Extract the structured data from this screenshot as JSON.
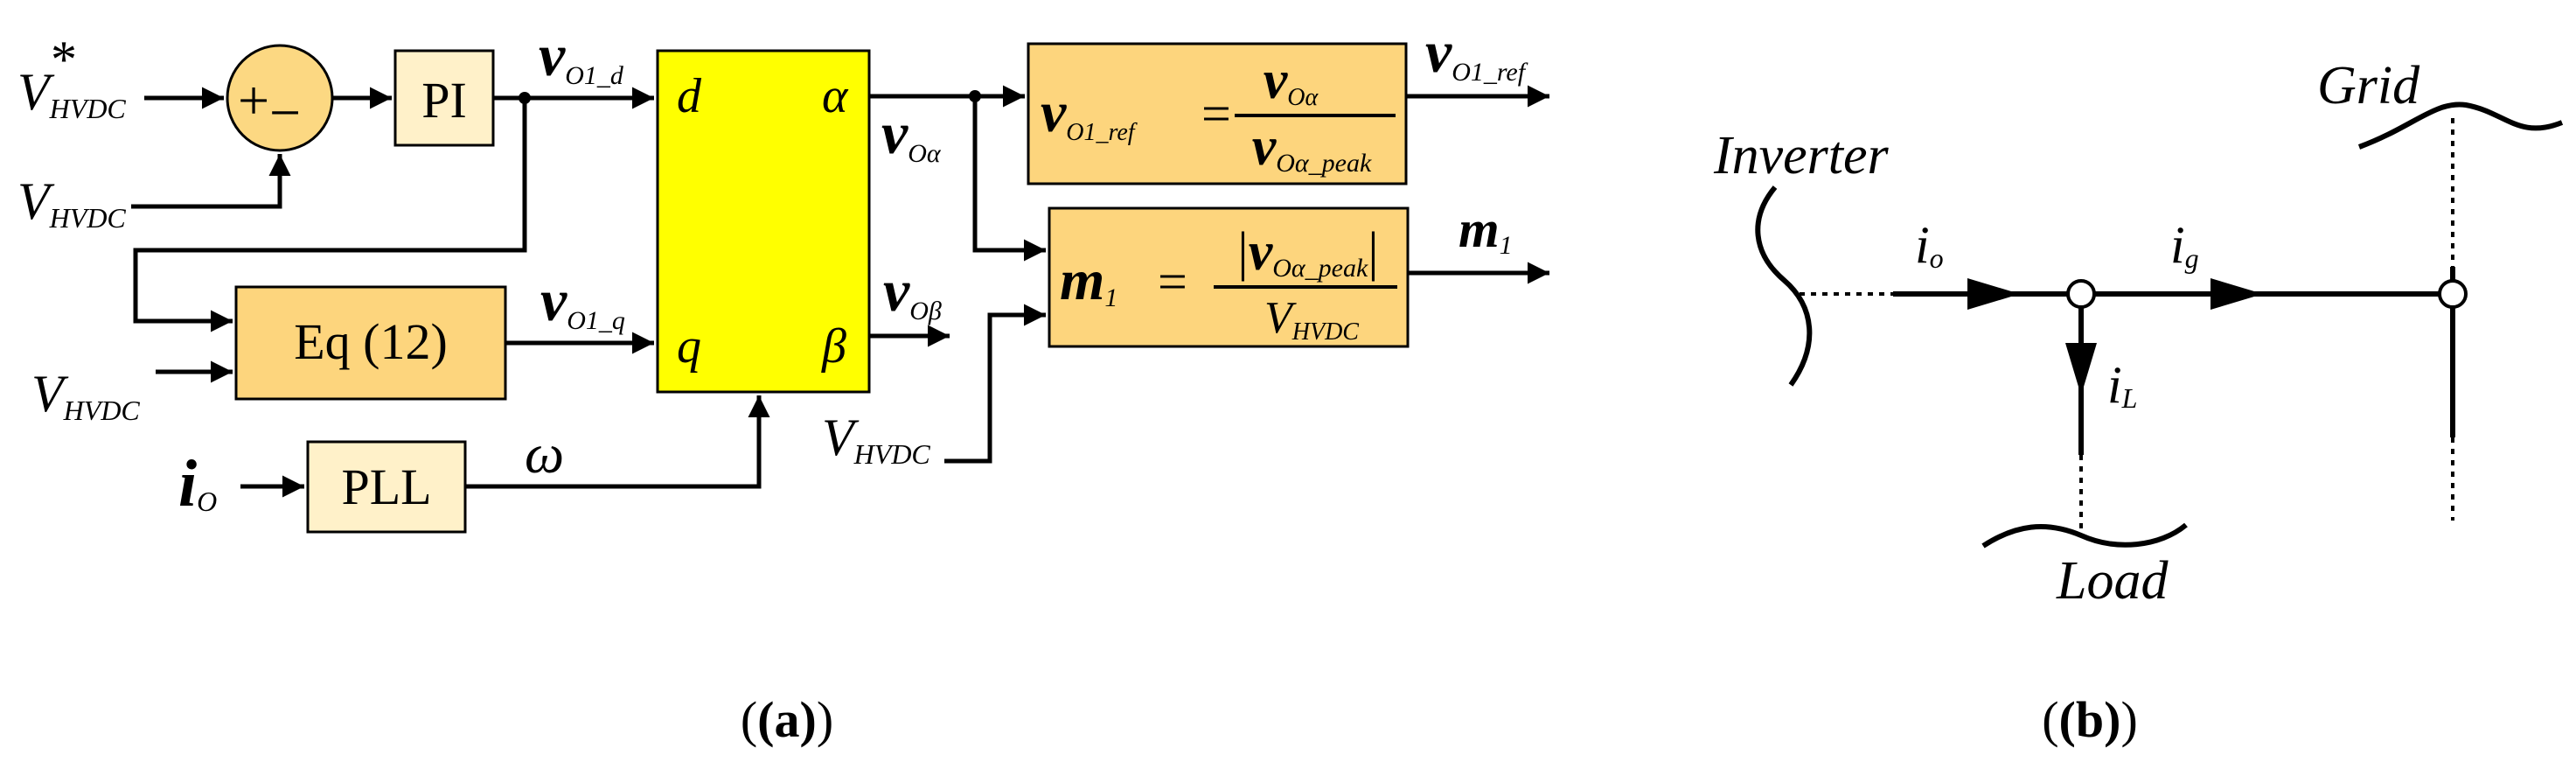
{
  "panel_a": {
    "caption": "(a)",
    "inputs": {
      "vhvdc_star": "V",
      "vhvdc_star_sup": "*",
      "vhvdc_star_sub": "HVDC",
      "vhvdc": "V",
      "vhvdc_sub": "HVDC",
      "vhvdc2": "V",
      "vhvdc2_sub": "HVDC",
      "io": "i",
      "io_sub": "O",
      "vhvdc3": "V",
      "vhvdc3_sub": "HVDC"
    },
    "sum_block": {
      "plus": "+",
      "minus": "−"
    },
    "pi_block": "PI",
    "eq_block": "Eq (12)",
    "pll_block": "PLL",
    "transform_block": {
      "d": "d",
      "q": "q",
      "alpha": "α",
      "beta": "β"
    },
    "signals": {
      "vo1d": "v",
      "vo1d_sub": "O1_d",
      "vo1q": "v",
      "vo1q_sub": "O1_q",
      "omega": "ω",
      "voa": "v",
      "voa_sub": "Oα",
      "vob": "v",
      "vob_sub": "Oβ",
      "vo1ref_out": "v",
      "vo1ref_out_sub": "O1_ref",
      "m1_out": "m",
      "m1_out_sub": "1"
    },
    "ref_block": {
      "lhs": "v",
      "lhs_sub": "O1_ref",
      "eq": "=",
      "num": "v",
      "num_sub": "Oα",
      "den": "v",
      "den_sub": "Oα_peak"
    },
    "m_block": {
      "lhs": "m",
      "lhs_sub": "1",
      "eq": "=",
      "num_bar_l": "|",
      "num": "v",
      "num_sub": "Oα_peak",
      "num_bar_r": "|",
      "den": "V",
      "den_sub": "HVDC"
    }
  },
  "panel_b": {
    "caption": "(b)",
    "inverter": "Inverter",
    "grid": "Grid",
    "load": "Load",
    "io": "i",
    "io_sub": "o",
    "ig": "i",
    "ig_sub": "g",
    "il": "i",
    "il_sub": "L"
  },
  "colors": {
    "yellow_block": "#ffff00",
    "orange_block": "#fdd57d",
    "light_block": "#fff1c9",
    "sum_circle": "#fcd882"
  }
}
